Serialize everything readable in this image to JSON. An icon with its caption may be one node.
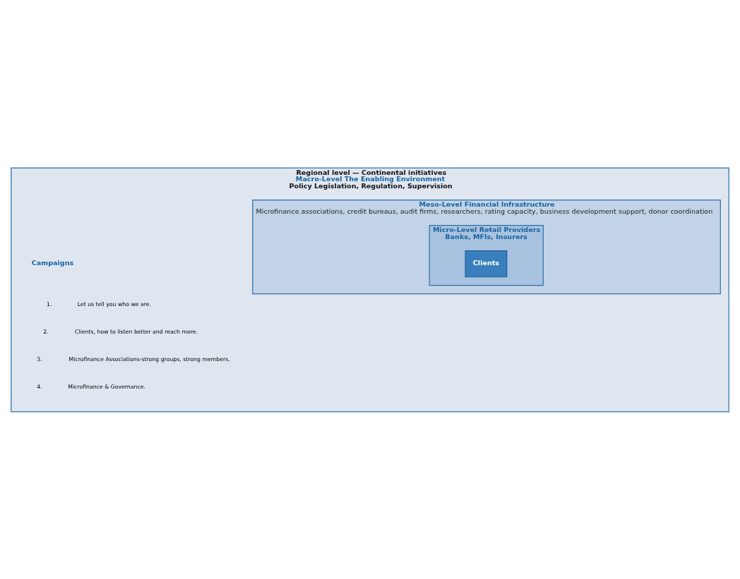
{
  "diagram": {
    "nodes": [
      {
        "text": [
          "Regional level — Continental initiatives",
          "Macro-Level The Enabling Environment",
          "Policy Legislation, Regulation, Supervision"
        ]
      },
      {
        "text": [
          "Meso-Level Financial Infrastructure",
          "Microfinance associations, credit bureaus, audit firms, researchers, rating capacity, business development support, donor coordination"
        ],
        "in": 0
      },
      {
        "text": [
          "Micro-Level Retail Providers",
          "Banks, MFIs, Insurers"
        ],
        "in": 1
      },
      {
        "text": [
          "Clients"
        ],
        "in": 2
      }
    ],
    "edges": [],
    "labels": [
      "Campaigns",
      "1.",
      "Let us tell you who we are.",
      "2.",
      "Clients, how to listen better and reach more.",
      "3.",
      "Microfinance Associations-strong groups, strong members.",
      "4.",
      "Microfinance & Governance."
    ]
  }
}
